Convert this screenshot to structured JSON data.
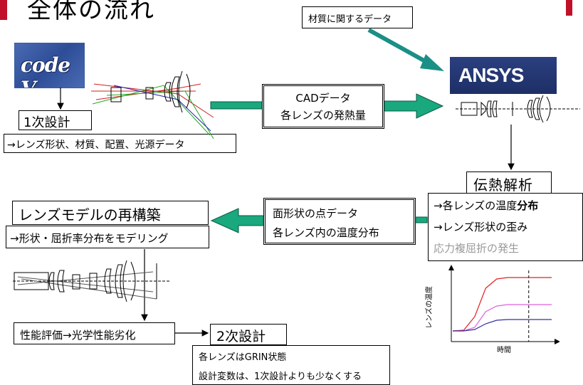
{
  "title": "全体の流れ",
  "colors": {
    "accent": "#c0102a",
    "arrow": "#1aa87e",
    "codev_bg": "#2e4d97",
    "ansys_bg": "#1e2f66"
  },
  "logos": {
    "codev": "code V",
    "ansys": "ANSYS"
  },
  "material_data_label": "材質に関するデータ",
  "cad_transfer": {
    "line1": "CADデータ",
    "line2": "各レンズの発熱量"
  },
  "first_design": {
    "title": "1次設計",
    "detail": "→レンズ形状、材質、配置、光源データ"
  },
  "thermal_analysis": {
    "title": "伝熱解析",
    "item1_prefix": "→各レンズの温度",
    "item1_bold": "分布",
    "item2": "→レンズ形状の歪み",
    "item3": "応力複屈折の発生"
  },
  "surface_transfer": {
    "line1": "面形状の点データ",
    "line2": "各レンズ内の温度分布"
  },
  "rebuild": {
    "title": "レンズモデルの再構築",
    "detail": "→形状・屈折率分布をモデリング"
  },
  "evaluation": "性能評価→光学性能劣化",
  "second_design": {
    "title": "2次設計",
    "line1": "各レンズはGRIN状態",
    "line2": "設計変数は、1次設計よりも少なくする"
  },
  "chart_data": {
    "type": "line",
    "xlabel": "時間",
    "ylabel": "レンズの温度",
    "series": [
      {
        "color": "#e02020",
        "values": [
          0.15,
          0.16,
          0.35,
          0.75,
          0.88,
          0.9,
          0.9,
          0.9,
          0.9,
          0.9
        ]
      },
      {
        "color": "#e060e0",
        "values": [
          0.15,
          0.15,
          0.2,
          0.42,
          0.5,
          0.52,
          0.52,
          0.52,
          0.52,
          0.52
        ]
      },
      {
        "color": "#3030a0",
        "values": [
          0.15,
          0.15,
          0.17,
          0.25,
          0.3,
          0.31,
          0.31,
          0.31,
          0.31,
          0.31
        ]
      }
    ],
    "dashed_marker_fraction": 0.75
  }
}
